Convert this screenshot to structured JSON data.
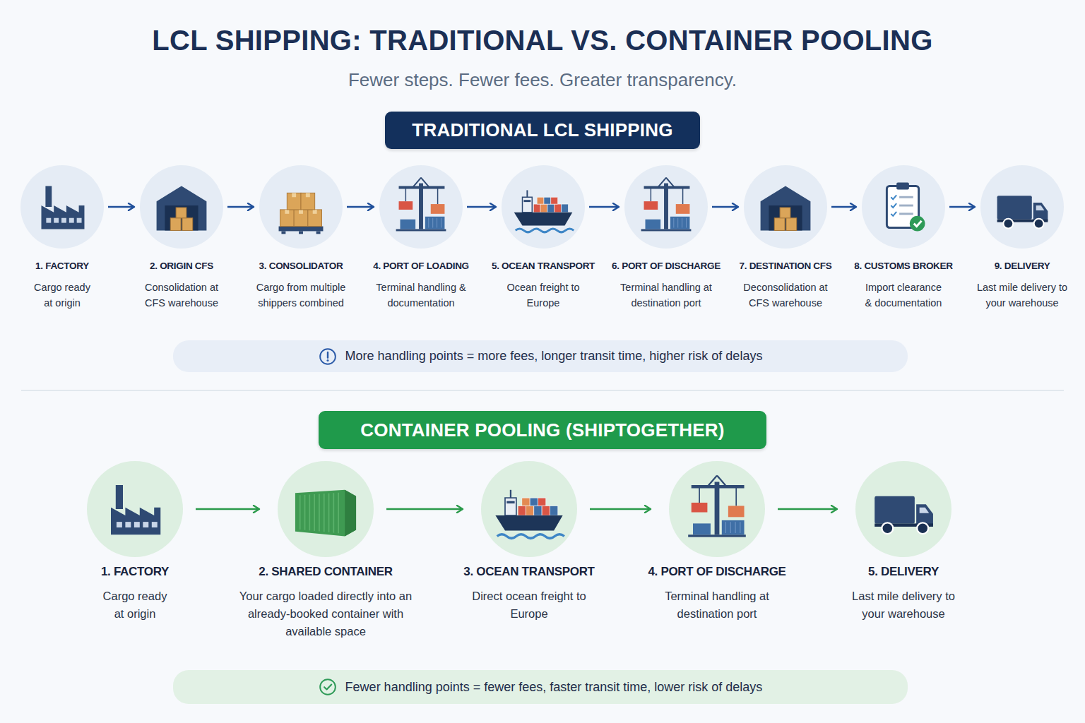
{
  "diagram": {
    "title": "LCL SHIPPING: TRADITIONAL VS. CONTAINER POOLING",
    "nodes": [
      {
        "text": [
          "TRADITIONAL LCL SHIPPING"
        ]
      },
      {
        "text": [
          "1. FACTORY",
          "Cargo ready at origin"
        ]
      },
      {
        "text": [
          "2. ORIGIN CFS",
          "Consolidation at CFS warehouse"
        ]
      },
      {
        "text": [
          "3. CONSOLIDATOR",
          "Cargo from multiple shippers combined"
        ]
      },
      {
        "text": [
          "4. PORT OF LOADING",
          "Terminal handling & documentation"
        ]
      },
      {
        "text": [
          "5. OCEAN TRANSPORT",
          "Ocean freight to Europe"
        ]
      },
      {
        "text": [
          "6. PORT OF DISCHARGE",
          "Terminal handling at destination port"
        ]
      },
      {
        "text": [
          "7. DESTINATION CFS",
          "Deconsolidation at CFS warehouse"
        ]
      },
      {
        "text": [
          "8. CUSTOMS BROKER",
          "Import clearance & documentation"
        ]
      },
      {
        "text": [
          "9. DELIVERY",
          "Last mile delivery to your warehouse"
        ]
      },
      {
        "text": [
          "More handling points = more fees, longer transit time, higher risk of delays"
        ]
      },
      {
        "text": [
          "CONTAINER POOLING (SHIPTOGETHER)"
        ]
      },
      {
        "text": [
          "1. FACTORY",
          "Cargo ready at origin"
        ]
      },
      {
        "text": [
          "2. SHARED CONTAINER",
          "Your cargo loaded directly into an already-booked container with available space"
        ]
      },
      {
        "text": [
          "3. OCEAN TRANSPORT",
          "Direct ocean freight to Europe"
        ]
      },
      {
        "text": [
          "4. PORT OF DISCHARGE",
          "Terminal handling at destination port"
        ]
      },
      {
        "text": [
          "5. DELIVERY",
          "Last mile delivery to your warehouse"
        ]
      },
      {
        "text": [
          "Fewer handling points = fewer fees, faster transit time, lower risk of delays"
        ]
      }
    ],
    "edges": [
      {
        "from": 1,
        "to": 2,
        "arrow": "to"
      },
      {
        "from": 2,
        "to": 3,
        "arrow": "to"
      },
      {
        "from": 3,
        "to": 4,
        "arrow": "to"
      },
      {
        "from": 4,
        "to": 5,
        "arrow": "to"
      },
      {
        "from": 5,
        "to": 6,
        "arrow": "to"
      },
      {
        "from": 6,
        "to": 7,
        "arrow": "to"
      },
      {
        "from": 7,
        "to": 8,
        "arrow": "to"
      },
      {
        "from": 8,
        "to": 9,
        "arrow": "to"
      },
      {
        "from": 12,
        "to": 13,
        "arrow": "to"
      },
      {
        "from": 13,
        "to": 14,
        "arrow": "to"
      },
      {
        "from": 14,
        "to": 15,
        "arrow": "to"
      },
      {
        "from": 15,
        "to": 16,
        "arrow": "to"
      }
    ],
    "labels": [
      "Fewer steps. Fewer fees. Greater transparency."
    ]
  }
}
